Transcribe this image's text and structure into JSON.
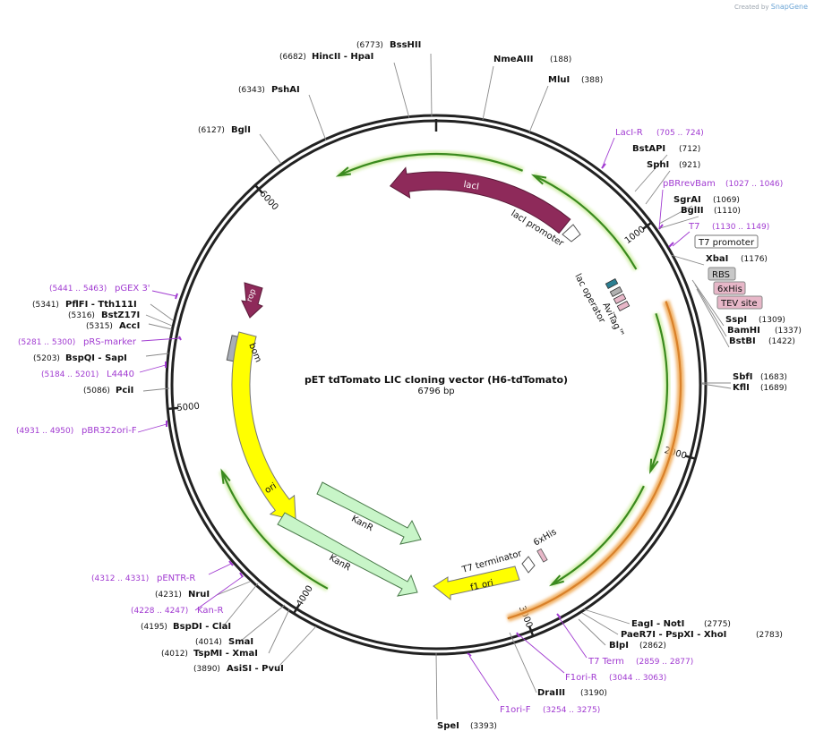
{
  "credit": {
    "prefix": "Created by",
    "brand": "SnapGene"
  },
  "title": "pET tdTomato LIC cloning vector (H6-tdTomato)",
  "length": "6796 bp",
  "ticks": [
    {
      "label": "1000",
      "bp": 1000
    },
    {
      "label": "2000",
      "bp": 2000
    },
    {
      "label": "3000",
      "bp": 3000
    },
    {
      "label": "4000",
      "bp": 4000
    },
    {
      "label": "5000",
      "bp": 5000
    },
    {
      "label": "6000",
      "bp": 6000
    }
  ],
  "enzymes": [
    {
      "name": "BssHII",
      "pos": "(6773)"
    },
    {
      "name": "HincII - HpaI",
      "pos": "(6682)"
    },
    {
      "name": "PshAI",
      "pos": "(6343)"
    },
    {
      "name": "BglI",
      "pos": "(6127)"
    },
    {
      "name": "NmeAIII",
      "pos": "(188)"
    },
    {
      "name": "MluI",
      "pos": "(388)"
    },
    {
      "name": "BstAPI",
      "pos": "(712)"
    },
    {
      "name": "SphI",
      "pos": "(921)"
    },
    {
      "name": "SgrAI",
      "pos": "(1069)"
    },
    {
      "name": "BglII",
      "pos": "(1110)"
    },
    {
      "name": "XbaI",
      "pos": "(1176)"
    },
    {
      "name": "SspI",
      "pos": "(1309)"
    },
    {
      "name": "BamHI",
      "pos": "(1337)"
    },
    {
      "name": "BstBI",
      "pos": "(1422)"
    },
    {
      "name": "SbfI",
      "pos": "(1683)"
    },
    {
      "name": "KflI",
      "pos": "(1689)"
    },
    {
      "name": "EagI - NotI",
      "pos": "(2775)"
    },
    {
      "name": "PaeR7I - PspXI - XhoI",
      "pos": "(2783)"
    },
    {
      "name": "BlpI",
      "pos": "(2862)"
    },
    {
      "name": "DraIII",
      "pos": "(3190)"
    },
    {
      "name": "SpeI",
      "pos": "(3393)"
    },
    {
      "name": "AsiSI - PvuI",
      "pos": "(3890)"
    },
    {
      "name": "TspMI - XmaI",
      "pos": "(4012)"
    },
    {
      "name": "SmaI",
      "pos": "(4014)"
    },
    {
      "name": "BspDI - ClaI",
      "pos": "(4195)"
    },
    {
      "name": "NruI",
      "pos": "(4231)"
    },
    {
      "name": "PciI",
      "pos": "(5086)"
    },
    {
      "name": "BspQI - SapI",
      "pos": "(5203)"
    },
    {
      "name": "AccI",
      "pos": "(5315)"
    },
    {
      "name": "BstZ17I",
      "pos": "(5316)"
    },
    {
      "name": "PflFI - Tth111I",
      "pos": "(5341)"
    }
  ],
  "primers": [
    {
      "name": "LacI-R",
      "range": "(705 .. 724)"
    },
    {
      "name": "pBRrevBam",
      "range": "(1027 .. 1046)"
    },
    {
      "name": "T7",
      "range": "(1130 .. 1149)"
    },
    {
      "name": "T7 Term",
      "range": "(2859 .. 2877)"
    },
    {
      "name": "F1ori-R",
      "range": "(3044 .. 3063)"
    },
    {
      "name": "F1ori-F",
      "range": "(3254 .. 3275)"
    },
    {
      "name": "Kan-R",
      "range": "(4228 .. 4247)"
    },
    {
      "name": "pENTR-R",
      "range": "(4312 .. 4331)"
    },
    {
      "name": "pBR322ori-F",
      "range": "(4931 .. 4950)"
    },
    {
      "name": "L4440",
      "range": "(5184 .. 5201)"
    },
    {
      "name": "pRS-marker",
      "range": "(5281 .. 5300)"
    },
    {
      "name": "pGEX 3'",
      "range": "(5441 .. 5463)"
    }
  ],
  "features": {
    "t7_promoter": "T7 promoter",
    "rbs": "RBS",
    "his6": "6xHis",
    "tev": "TEV site",
    "lacI": "lacI",
    "lacI_promoter": "lacI promoter",
    "lac_operator": "lac operator",
    "avitag": "AviTag™",
    "rop": "rop",
    "bom": "bom",
    "ori": "ori",
    "kanR_1": "KanR",
    "kanR_2": "KanR",
    "f1_ori": "f1 ori",
    "t7_terminator": "T7 terminator",
    "his6_inner": "6xHis"
  },
  "colors": {
    "primer": "#a13bd1",
    "lacI": "#8e2a5a",
    "rop": "#8e2a5a",
    "ori": "#ffff00",
    "kanR": "#c8f5c8",
    "orf": "#3a8a1e",
    "orf_glow": "#d6f0b0",
    "tdtomato": "#f2b46a",
    "bom": "#a9aeb6",
    "rbs_box": "#c8c8c8",
    "his_box": "#e7b7c8"
  }
}
